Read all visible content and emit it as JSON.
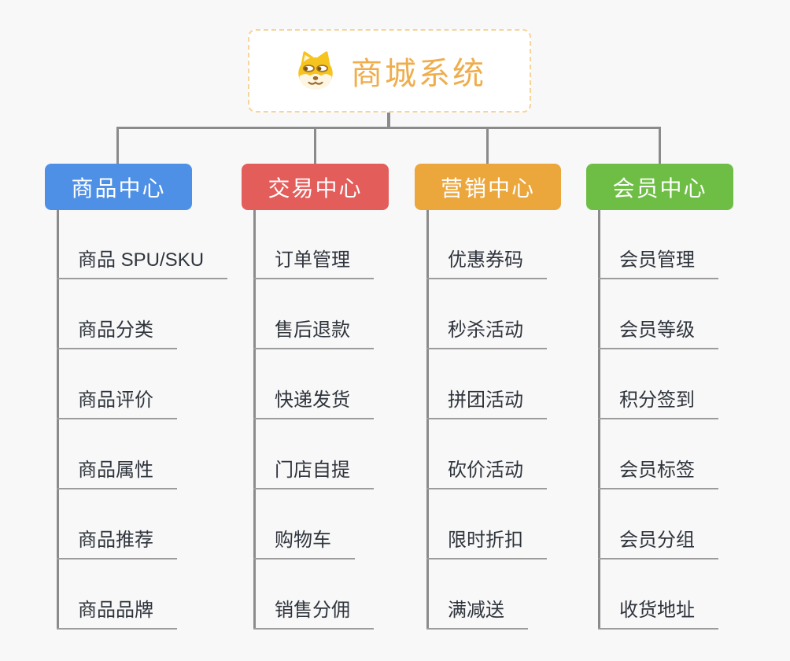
{
  "page": {
    "background": "#f8f8f8",
    "connector_color": "#8b8b8b"
  },
  "root": {
    "title": "商城系统",
    "icon": "dog-face-icon",
    "text_color": "#efad4c",
    "border_color": "#f6d49c"
  },
  "branches": [
    {
      "label": "商品中心",
      "color": "#4e90e6",
      "items": [
        "商品 SPU/SKU",
        "商品分类",
        "商品评价",
        "商品属性",
        "商品推荐",
        "商品品牌"
      ]
    },
    {
      "label": "交易中心",
      "color": "#e35d5b",
      "items": [
        "订单管理",
        "售后退款",
        "快递发货",
        "门店自提",
        "购物车",
        "销售分佣"
      ]
    },
    {
      "label": "营销中心",
      "color": "#eba63c",
      "items": [
        "优惠券码",
        "秒杀活动",
        "拼团活动",
        "砍价活动",
        "限时折扣",
        "满减送"
      ]
    },
    {
      "label": "会员中心",
      "color": "#6ebe45",
      "items": [
        "会员管理",
        "会员等级",
        "积分签到",
        "会员标签",
        "会员分组",
        "收货地址"
      ]
    }
  ]
}
